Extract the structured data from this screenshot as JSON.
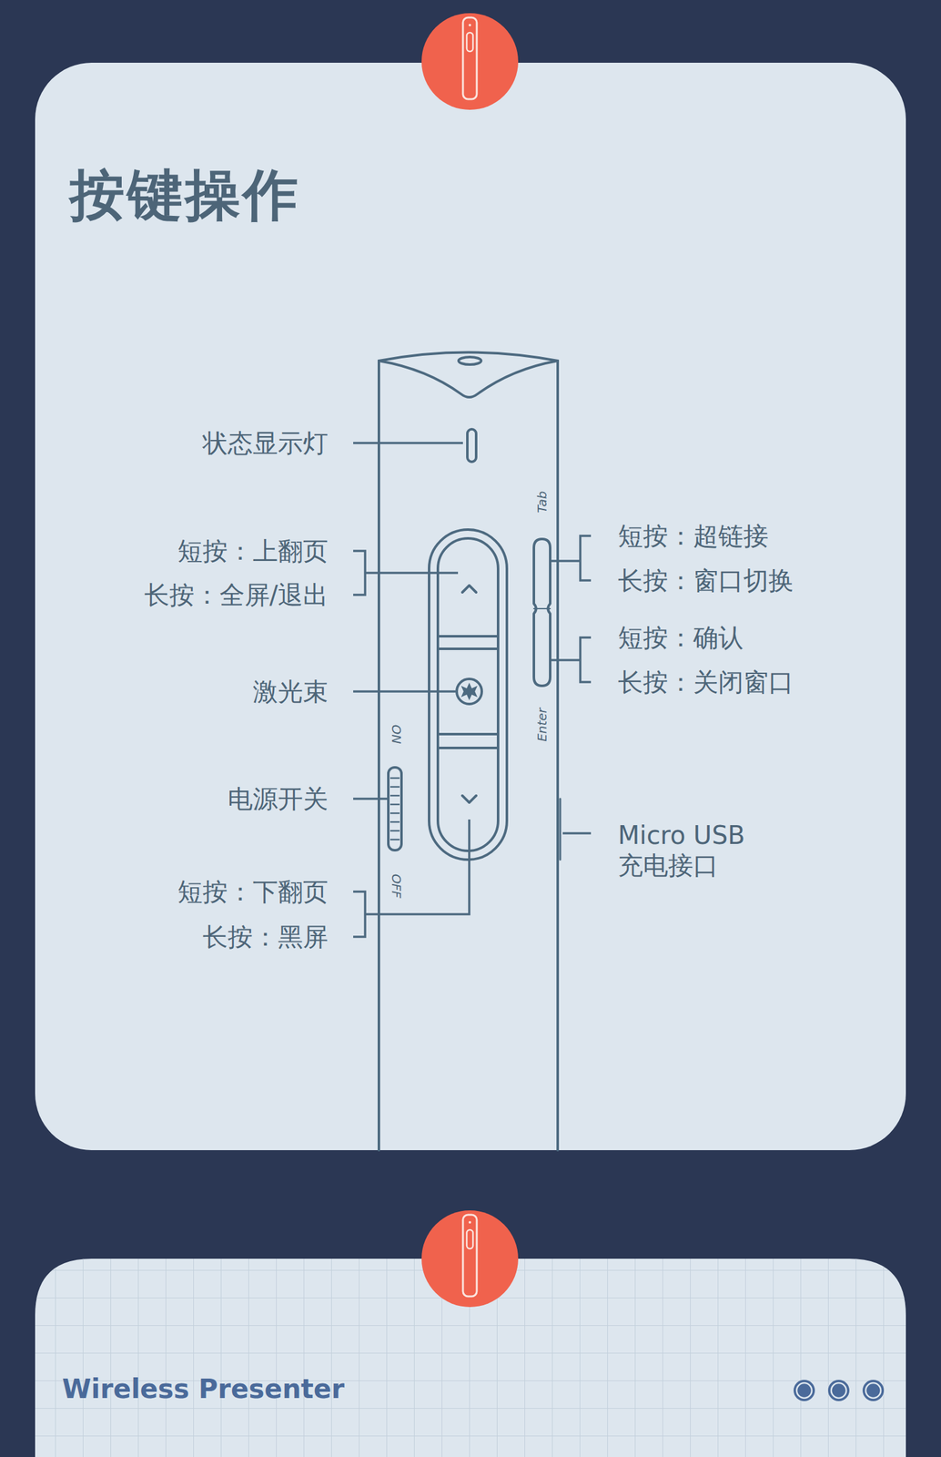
{
  "diagram": {
    "title": "按键操作",
    "labels": [
      "状态显示灯",
      "短按：上翻页",
      "长按：全屏/退出",
      "短按：超链接",
      "长按：窗口切换",
      "Tab",
      "短按：确认",
      "长按：关闭窗口",
      "激光束",
      "Enter",
      "ON",
      "电源开关",
      "Micro USB 充电接口",
      "短按：下翻页",
      "OFF",
      "长按：黑屏",
      "Wireless Presenter"
    ]
  }
}
